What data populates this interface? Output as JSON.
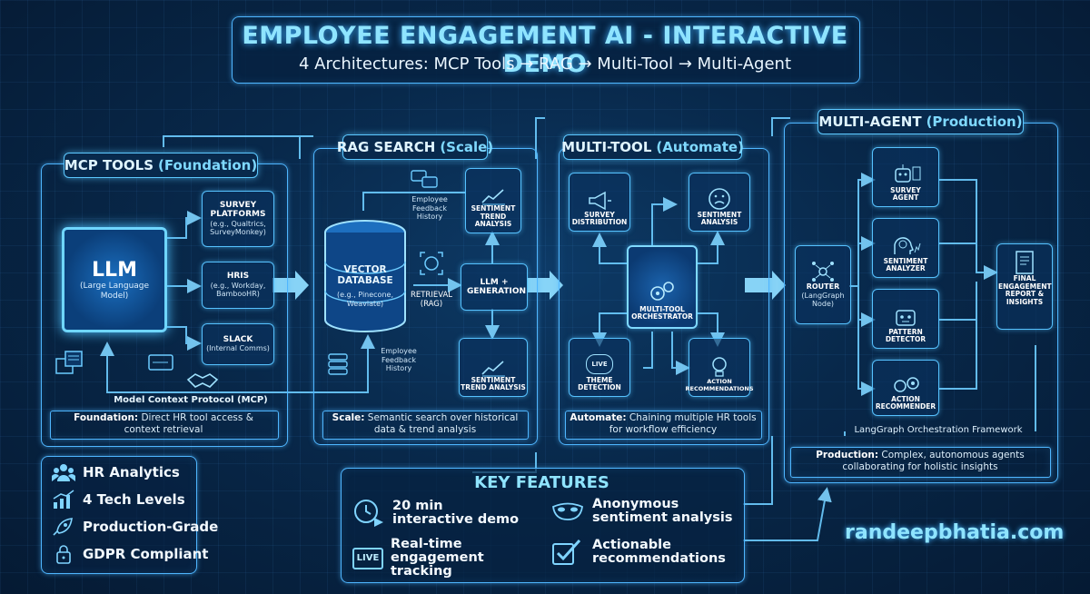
{
  "title": "EMPLOYEE ENGAGEMENT AI - INTERACTIVE DEMO",
  "subtitle": "4 Architectures: MCP Tools → RAG → Multi-Tool → Multi-Agent",
  "mcp": {
    "header_main": "MCP TOOLS",
    "header_hl": "(Foundation)",
    "llm_title": "LLM",
    "llm_sub": "(Large Language Model)",
    "survey_title": "SURVEY PLATFORMS",
    "survey_sub": "(e.g., Qualtrics, SurveyMonkey)",
    "hris_title": "HRIS",
    "hris_sub": "(e.g., Workday, BambooHR)",
    "slack_title": "SLACK",
    "slack_sub": "(Internal Comms)",
    "protocol": "Model Context Protocol (MCP)",
    "caption_bold": "Foundation:",
    "caption_rest": " Direct HR tool access & context retrieval"
  },
  "rag": {
    "header_main": "RAG SEARCH",
    "header_hl": "(Scale)",
    "vector_title": "VECTOR DATABASE",
    "vector_sub": "(e.g., Pinecone, Weaviate)",
    "feedback_top": "Employee Feedback History",
    "feedback_bottom": "Employee Feedback History",
    "retrieval": "RETRIEVAL (RAG)",
    "llm_gen": "LLM + GENERATION",
    "sentiment_top": "SENTIMENT TREND ANALYSIS",
    "sentiment_bottom": "SENTIMENT TREND ANALYSIS",
    "caption_bold": "Scale:",
    "caption_rest": " Semantic search over historical data & trend analysis"
  },
  "multitool": {
    "header_main": "MULTI-TOOL",
    "header_hl": "(Automate)",
    "survey_dist": "SURVEY DISTRIBUTION",
    "sentiment": "SENTIMENT ANALYSIS",
    "orchestrator": "MULTI-TOOL ORCHESTRATOR",
    "theme": "THEME DETECTION",
    "action": "ACTION RECOMMENDATIONS",
    "live_badge": "LIVE",
    "caption_bold": "Automate:",
    "caption_rest": " Chaining multiple HR tools for workflow efficiency"
  },
  "multiagent": {
    "header_main": "MULTI-AGENT",
    "header_hl": "(Production)",
    "router_title": "ROUTER",
    "router_sub": "(LangGraph Node)",
    "survey_agent": "SURVEY AGENT",
    "sentiment_analyzer": "SENTIMENT ANALYZER",
    "pattern_detector": "PATTERN DETECTOR",
    "action_recommender": "ACTION RECOMMENDER",
    "final_report": "FINAL ENGAGEMENT REPORT & INSIGHTS",
    "framework": "LangGraph Orchestration Framework",
    "caption_bold": "Production:",
    "caption_rest": " Complex, autonomous agents collaborating for holistic insights"
  },
  "features_list": [
    {
      "label": "HR Analytics",
      "icon": "people-icon"
    },
    {
      "label": "4 Tech Levels",
      "icon": "bar-chart-icon"
    },
    {
      "label": "Production-Grade",
      "icon": "rocket-icon"
    },
    {
      "label": "GDPR Compliant",
      "icon": "lock-icon"
    }
  ],
  "key_features": {
    "title": "KEY FEATURES",
    "items": [
      {
        "label": "20 min interactive demo",
        "icon": "clock-play-icon"
      },
      {
        "label": "Anonymous sentiment analysis",
        "icon": "mask-icon"
      },
      {
        "label": "Real-time engagement tracking",
        "icon": "live-monitor-icon",
        "badge": "LIVE"
      },
      {
        "label": "Actionable recommendations",
        "icon": "checkbox-icon"
      }
    ]
  },
  "website": "randeepbhatia.com",
  "colors": {
    "accent": "#4fb6ff",
    "highlight": "#7fd9ff",
    "background": "#08284a"
  }
}
